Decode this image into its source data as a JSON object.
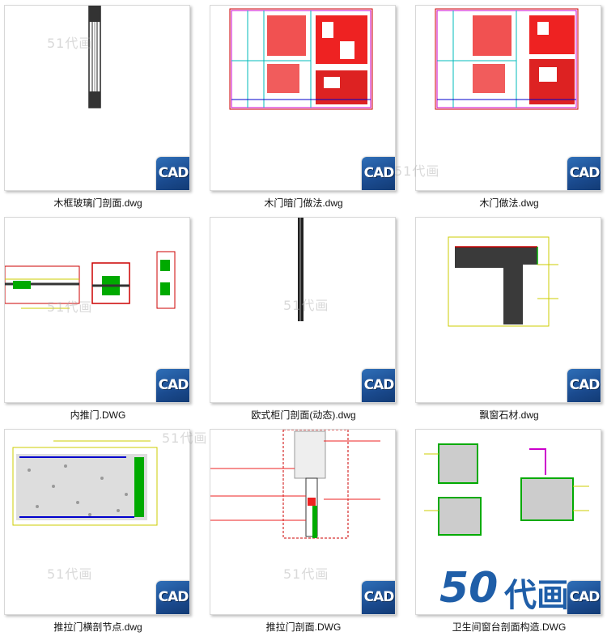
{
  "watermark": "51代画",
  "badge_text": "CAD",
  "logo": {
    "digits": "50",
    "text": "代画"
  },
  "items": [
    {
      "caption": "木框玻璃门剖面.dwg"
    },
    {
      "caption": "木门暗门做法.dwg"
    },
    {
      "caption": "木门做法.dwg"
    },
    {
      "caption": "内推门.DWG"
    },
    {
      "caption": "欧式柜门剖面(动态).dwg"
    },
    {
      "caption": "飘窗石材.dwg"
    },
    {
      "caption": "推拉门横剖节点.dwg"
    },
    {
      "caption": "推拉门剖面.DWG"
    },
    {
      "caption": "卫生间窗台剖面构造.DWG"
    }
  ]
}
